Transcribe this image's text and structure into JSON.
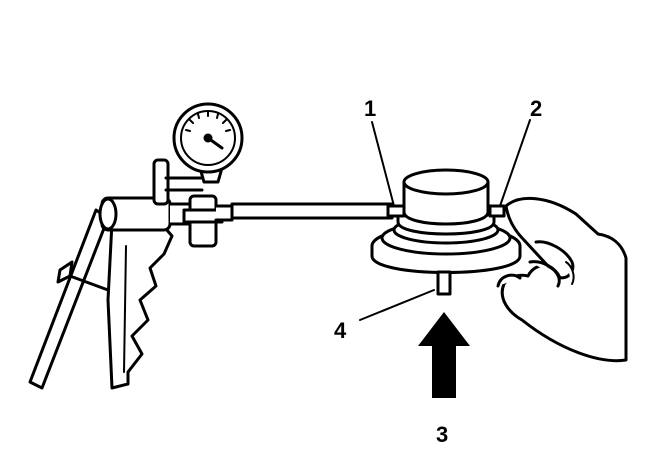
{
  "callouts": {
    "c1": "1",
    "c2": "2",
    "c3": "3",
    "c4": "4"
  },
  "colors": {
    "ink": "#000000",
    "paper": "#ffffff"
  },
  "icons": [
    "vacuum-pump-icon",
    "vacuum-gauge-icon",
    "vacuum-hose-icon",
    "diaphragm-valve-icon",
    "hand-icon",
    "arrow-up-icon"
  ]
}
